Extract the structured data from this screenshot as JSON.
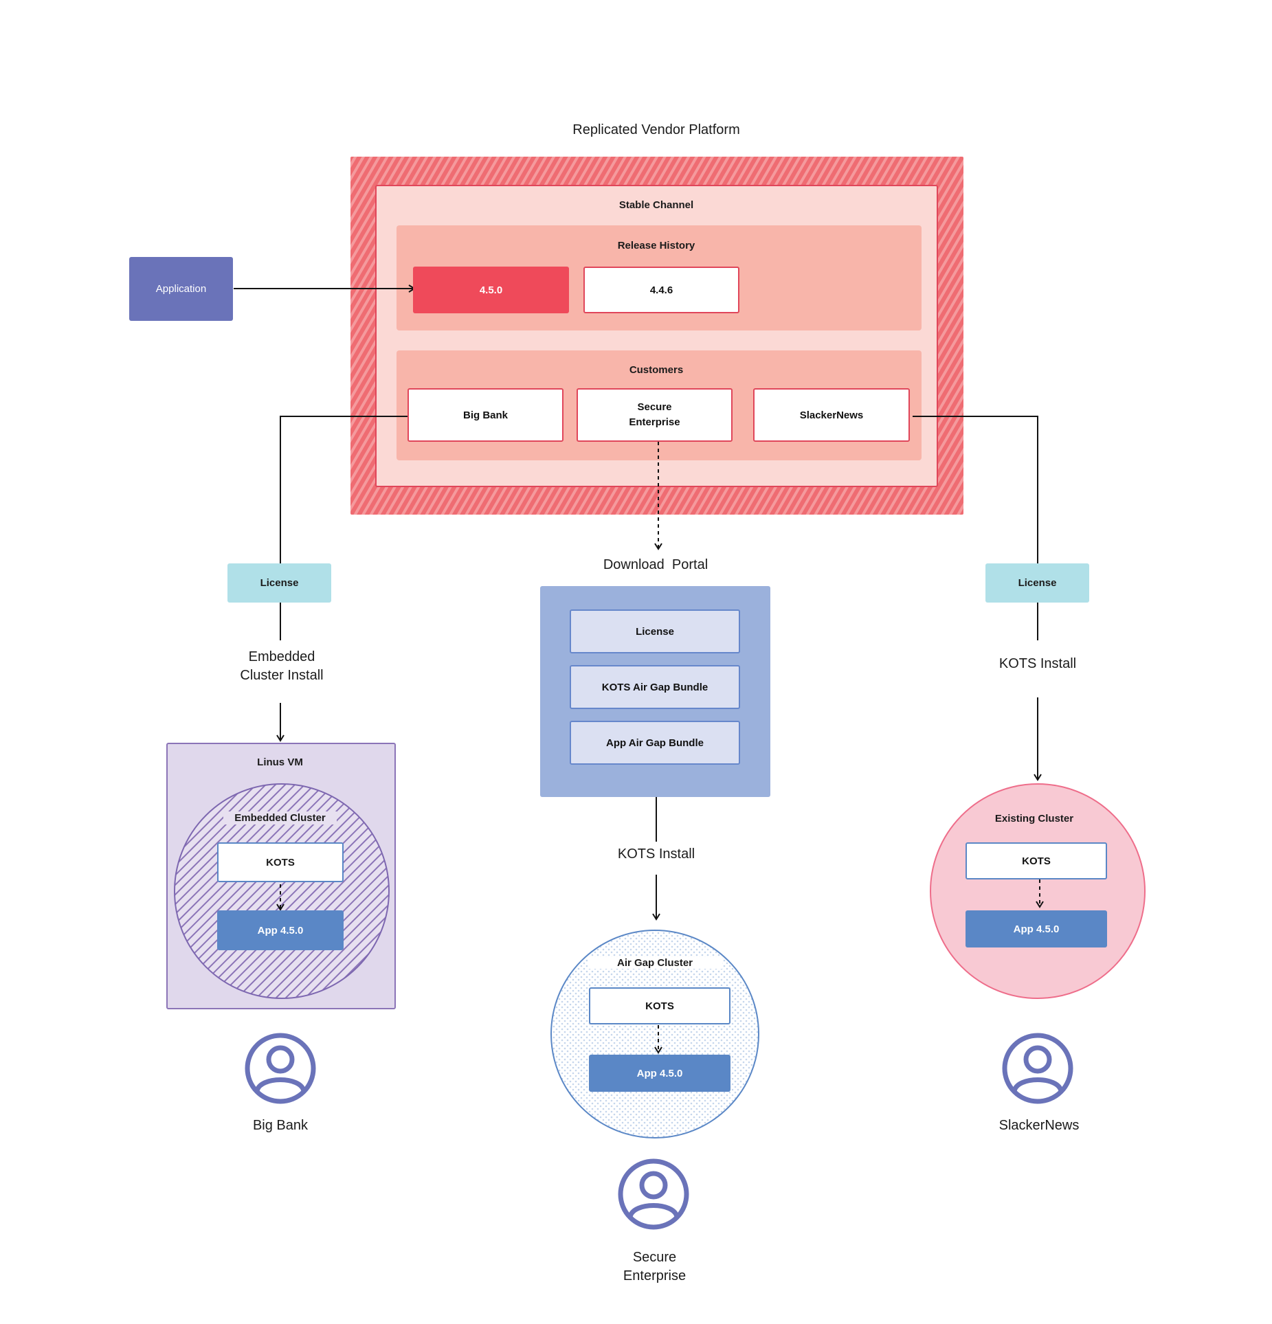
{
  "platform": {
    "title": "Replicated Vendor Platform",
    "channel": "Stable Channel",
    "release_history": {
      "title": "Release History",
      "releases": [
        "4.5.0",
        "4.4.6"
      ]
    },
    "customers": {
      "title": "Customers",
      "items": [
        "Big Bank",
        "Secure Enterprise",
        "SlackerNews"
      ]
    }
  },
  "application": "Application",
  "left": {
    "license": "License",
    "install": "Embedded Cluster Install",
    "vm": "Linus VM",
    "cluster": "Embedded Cluster",
    "kots": "KOTS",
    "app": "App 4.5.0",
    "user": "Big Bank"
  },
  "center": {
    "portal_title": "Download  Portal",
    "portal_items": [
      "License",
      "KOTS Air Gap Bundle",
      "App Air Gap Bundle"
    ],
    "install": "KOTS Install",
    "cluster": "Air Gap Cluster",
    "kots": "KOTS",
    "app": "App 4.5.0",
    "user": "Secure Enterprise"
  },
  "right": {
    "license": "License",
    "install": "KOTS Install",
    "cluster": "Existing Cluster",
    "kots": "KOTS",
    "app": "App 4.5.0",
    "user": "SlackerNews"
  },
  "colors": {
    "vendor_red": "#ef6c72",
    "release_active": "#ef4a5a",
    "application": "#6a73b9",
    "license": "#b0e0e8",
    "portal": "#9bb1dc",
    "vm": "#e0d8ec",
    "existing_cluster": "#f8c9d3",
    "app_blue": "#5a87c6",
    "user_icon": "#6a73b9"
  }
}
